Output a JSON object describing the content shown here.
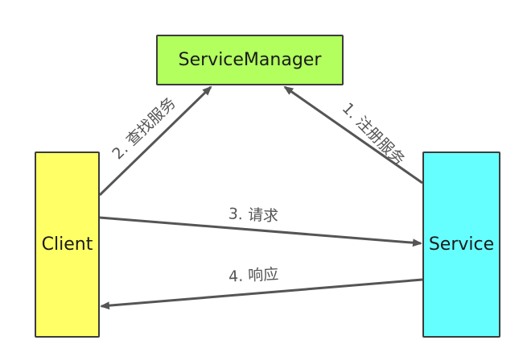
{
  "nodes": {
    "service_manager": {
      "label": "ServiceManager",
      "fill": "#b2ff5e"
    },
    "client": {
      "label": "Client",
      "fill": "#ffff66"
    },
    "service": {
      "label": "Service",
      "fill": "#66ffff"
    }
  },
  "edges": {
    "register": {
      "label": "1. 注册服务"
    },
    "find": {
      "label": "2. 查找服务"
    },
    "request": {
      "label": "3. 请求"
    },
    "response": {
      "label": "4. 响应"
    }
  },
  "colors": {
    "stroke": "#555555",
    "border": "#3c3c3c"
  }
}
